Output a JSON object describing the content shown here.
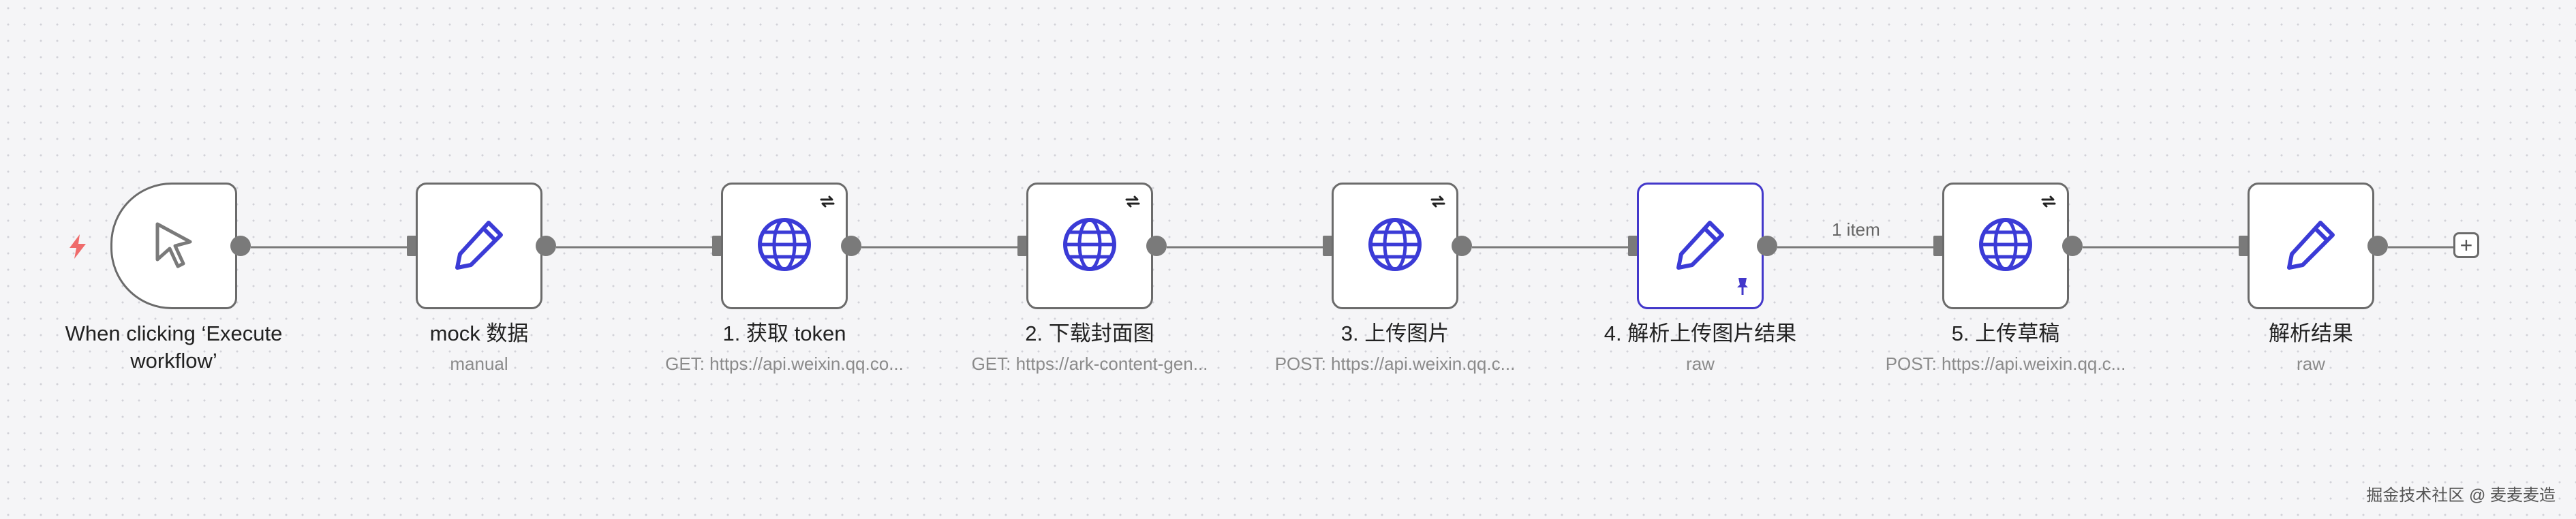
{
  "colors": {
    "node_border": "#6b6b6b",
    "selected_border": "#4338ca",
    "icon_blue": "#3b3bd6",
    "trigger_bolt": "#ef6b6b",
    "connection": "#7a7a7a"
  },
  "nodes": [
    {
      "title": "When clicking ‘Execute workflow’",
      "subtitle": "",
      "icon": "cursor-icon",
      "type": "manual-trigger"
    },
    {
      "title": "mock 数据",
      "subtitle": "manual",
      "icon": "pencil-icon",
      "type": "edit-fields"
    },
    {
      "title": "1. 获取 token",
      "subtitle": "GET: https://api.weixin.qq.co...",
      "icon": "globe-icon",
      "type": "http-request"
    },
    {
      "title": "2. 下载封面图",
      "subtitle": "GET: https://ark-content-gen...",
      "icon": "globe-icon",
      "type": "http-request"
    },
    {
      "title": "3. 上传图片",
      "subtitle": "POST: https://api.weixin.qq.c...",
      "icon": "globe-icon",
      "type": "http-request"
    },
    {
      "title": "4. 解析上传图片结果",
      "subtitle": "raw",
      "icon": "pencil-icon",
      "type": "edit-fields",
      "pinned": true,
      "selected": true
    },
    {
      "title": "5. 上传草稿",
      "subtitle": "POST: https://api.weixin.qq.c...",
      "icon": "globe-icon",
      "type": "http-request"
    },
    {
      "title": "解析结果",
      "subtitle": "raw",
      "icon": "pencil-icon",
      "type": "edit-fields"
    }
  ],
  "edge_label": "1 item",
  "add_button": "+",
  "watermark": "掘金技术社区 @ 麦麦麦造"
}
